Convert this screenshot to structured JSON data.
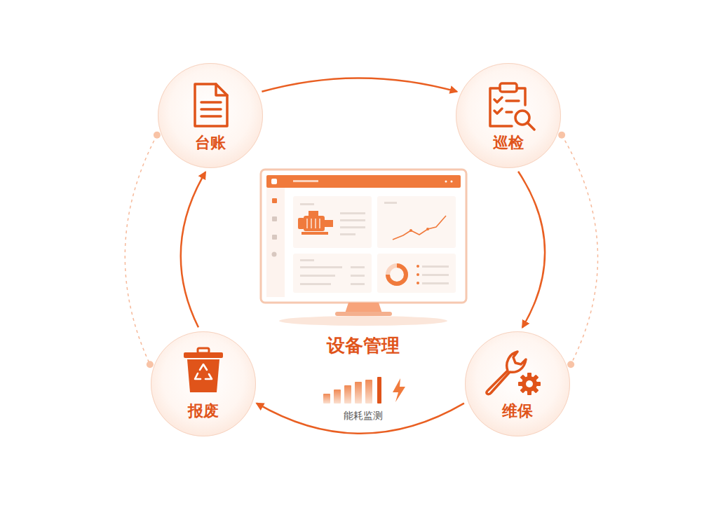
{
  "diagram": {
    "title": "设备管理",
    "nodes": [
      {
        "text": [
          "台账"
        ]
      },
      {
        "text": [
          "巡检"
        ]
      },
      {
        "text": [
          "维保"
        ]
      },
      {
        "text": [
          "报废"
        ]
      }
    ],
    "edges": [
      {
        "from": 0,
        "to": 1,
        "arrow": "to"
      },
      {
        "from": 1,
        "to": 2,
        "arrow": "to"
      },
      {
        "from": 2,
        "to": 3,
        "arrow": "to"
      },
      {
        "from": 3,
        "to": 0,
        "arrow": "to"
      },
      {
        "from": 0,
        "to": 3,
        "arrow": "none"
      },
      {
        "from": 1,
        "to": 2,
        "arrow": "none"
      }
    ],
    "labels": [
      "能耗监测"
    ]
  }
}
